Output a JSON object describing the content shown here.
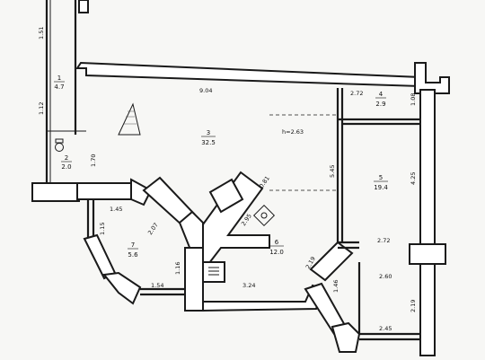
{
  "rooms": [
    {
      "number": "1",
      "area": "4.7"
    },
    {
      "number": "2",
      "area": "2.0"
    },
    {
      "number": "3",
      "area": "32.5"
    },
    {
      "number": "4",
      "area": "2.9"
    },
    {
      "number": "5",
      "area": "19.4"
    },
    {
      "number": "6",
      "area": "12.0"
    },
    {
      "number": "7",
      "area": "5.6"
    }
  ],
  "ceiling_height": "h=2.63",
  "dimensions": {
    "top_wall": "9.04",
    "room4_width": "2.72",
    "room4_depth": "1.08",
    "room5_depth": "4.25",
    "partition_3_5": "5.45",
    "diag_upper": "0.81",
    "diag_center": "2.95",
    "entry_left": "1.70",
    "room7_top": "1.45",
    "room7_diag": "2.07",
    "room7_side": "1.15",
    "room7_bottom": "1.54",
    "room6_left": "1.16",
    "room6_bottom": "3.24",
    "room6_right_diag": "2.19",
    "bay_right": "1.46",
    "right_upper": "2.72",
    "right_mid": "2.60",
    "right_lower_vert": "2.19",
    "bottom_right": "2.45",
    "corridor_left_a": "1.51",
    "corridor_left_b": "1.12"
  }
}
